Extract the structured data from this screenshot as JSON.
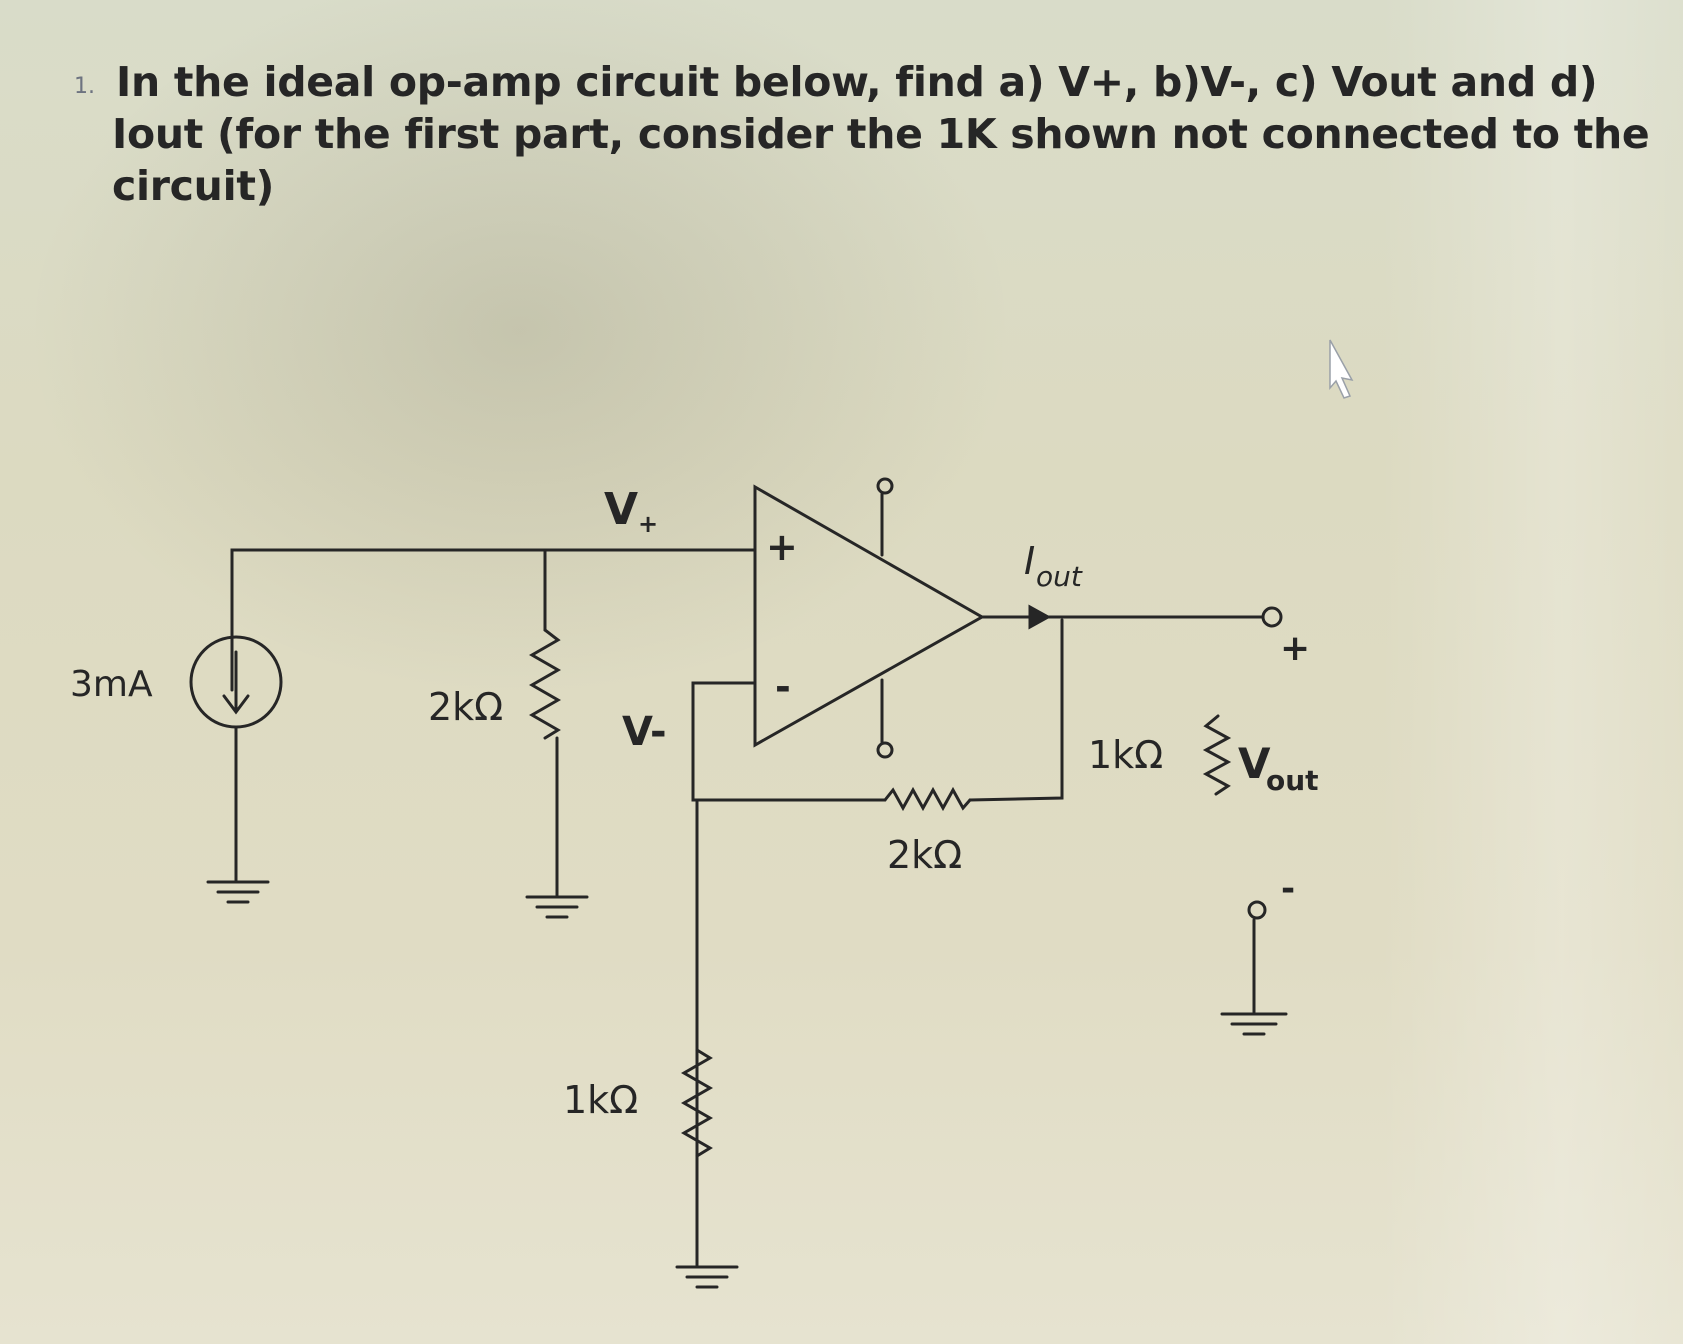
{
  "question": {
    "number": "1.",
    "lines": [
      "In the ideal op-amp circuit below, find a) V+, b)V-, c) Vout and d)",
      "Iout (for the first part, consider the 1K shown not connected to the",
      "circuit)"
    ]
  },
  "circuit": {
    "v_plus_label": "V",
    "v_plus_sub": "+",
    "v_minus_label": "V-",
    "source_label": "3mA",
    "r_2k_shunt_label": "2kΩ",
    "r_feedback_label": "2kΩ",
    "r_1k_ground_label": "1kΩ",
    "r_1k_load_label": "1kΩ",
    "opamp_plus": "+",
    "opamp_minus": "-",
    "iout_label": "I",
    "iout_sub": "out",
    "vout_label": "V",
    "vout_sub": "out",
    "vout_plus": "+",
    "vout_minus": "-"
  },
  "colors": {
    "ink": "#262626",
    "background": "#dcdac1"
  }
}
